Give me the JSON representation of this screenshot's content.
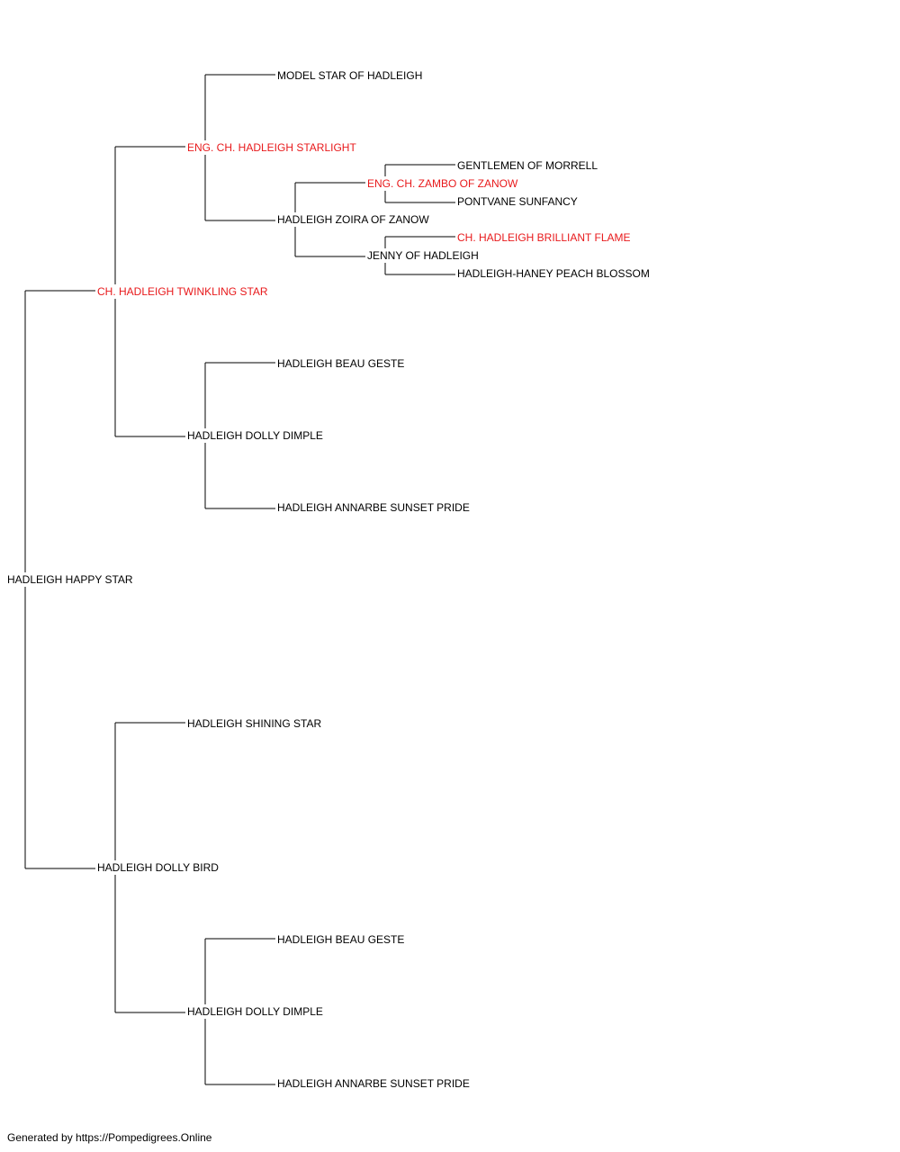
{
  "colors": {
    "line": "#000000",
    "text": "#000000",
    "champion": "#e8191b"
  },
  "pedigree": {
    "name": "HADLEIGH HAPPY STAR",
    "champion": false,
    "sire": {
      "name": "CH. HADLEIGH TWINKLING STAR",
      "champion": true,
      "sire": {
        "name": "ENG. CH. HADLEIGH STARLIGHT",
        "champion": true,
        "sire": {
          "name": "MODEL STAR OF HADLEIGH",
          "champion": false
        },
        "dam": {
          "name": "HADLEIGH ZOIRA OF ZANOW",
          "champion": false,
          "sire": {
            "name": "ENG. CH. ZAMBO OF ZANOW",
            "champion": true,
            "sire": {
              "name": "GENTLEMEN OF MORRELL",
              "champion": false
            },
            "dam": {
              "name": "PONTVANE SUNFANCY",
              "champion": false
            }
          },
          "dam": {
            "name": "JENNY OF HADLEIGH",
            "champion": false,
            "sire": {
              "name": "CH. HADLEIGH BRILLIANT FLAME",
              "champion": true
            },
            "dam": {
              "name": "HADLEIGH-HANEY PEACH BLOSSOM",
              "champion": false
            }
          }
        }
      },
      "dam": {
        "name": "HADLEIGH DOLLY DIMPLE",
        "champion": false,
        "sire": {
          "name": "HADLEIGH BEAU GESTE",
          "champion": false
        },
        "dam": {
          "name": "HADLEIGH ANNARBE SUNSET PRIDE",
          "champion": false
        }
      }
    },
    "dam": {
      "name": "HADLEIGH DOLLY BIRD",
      "champion": false,
      "sire": {
        "name": "HADLEIGH SHINING STAR",
        "champion": false
      },
      "dam": {
        "name": "HADLEIGH DOLLY DIMPLE",
        "champion": false,
        "sire": {
          "name": "HADLEIGH BEAU GESTE",
          "champion": false
        },
        "dam": {
          "name": "HADLEIGH ANNARBE SUNSET PRIDE",
          "champion": false
        }
      }
    }
  },
  "footer": "Generated by https://Pompedigrees.Online"
}
